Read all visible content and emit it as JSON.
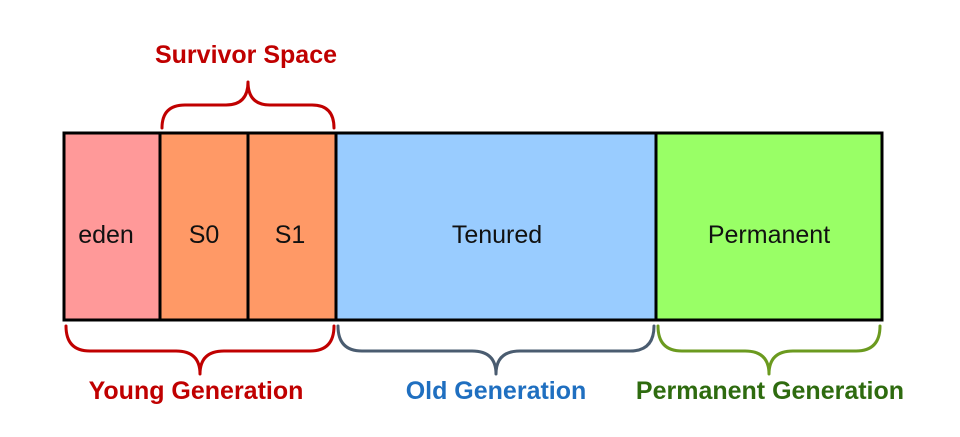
{
  "segments": {
    "eden": {
      "label": "eden",
      "color": "#FF9999"
    },
    "s0": {
      "label": "S0",
      "color": "#FF9966"
    },
    "s1": {
      "label": "S1",
      "color": "#FF9966"
    },
    "tenured": {
      "label": "Tenured",
      "color": "#99CCFF"
    },
    "permanent": {
      "label": "Permanent",
      "color": "#99FF66"
    }
  },
  "groups": {
    "survivor_space": {
      "label": "Survivor Space",
      "color": "#C00000"
    },
    "young_generation": {
      "label": "Young Generation",
      "color": "#C00000"
    },
    "old_generation": {
      "label": "Old Generation",
      "color": "#1F6FC0"
    },
    "permanent_generation": {
      "label": "Permanent Generation",
      "color": "#2E6B0F"
    }
  },
  "brace_colors": {
    "survivor": "#C00000",
    "young": "#C00000",
    "old": "#4A5C70",
    "permanent": "#6B9A1F"
  }
}
